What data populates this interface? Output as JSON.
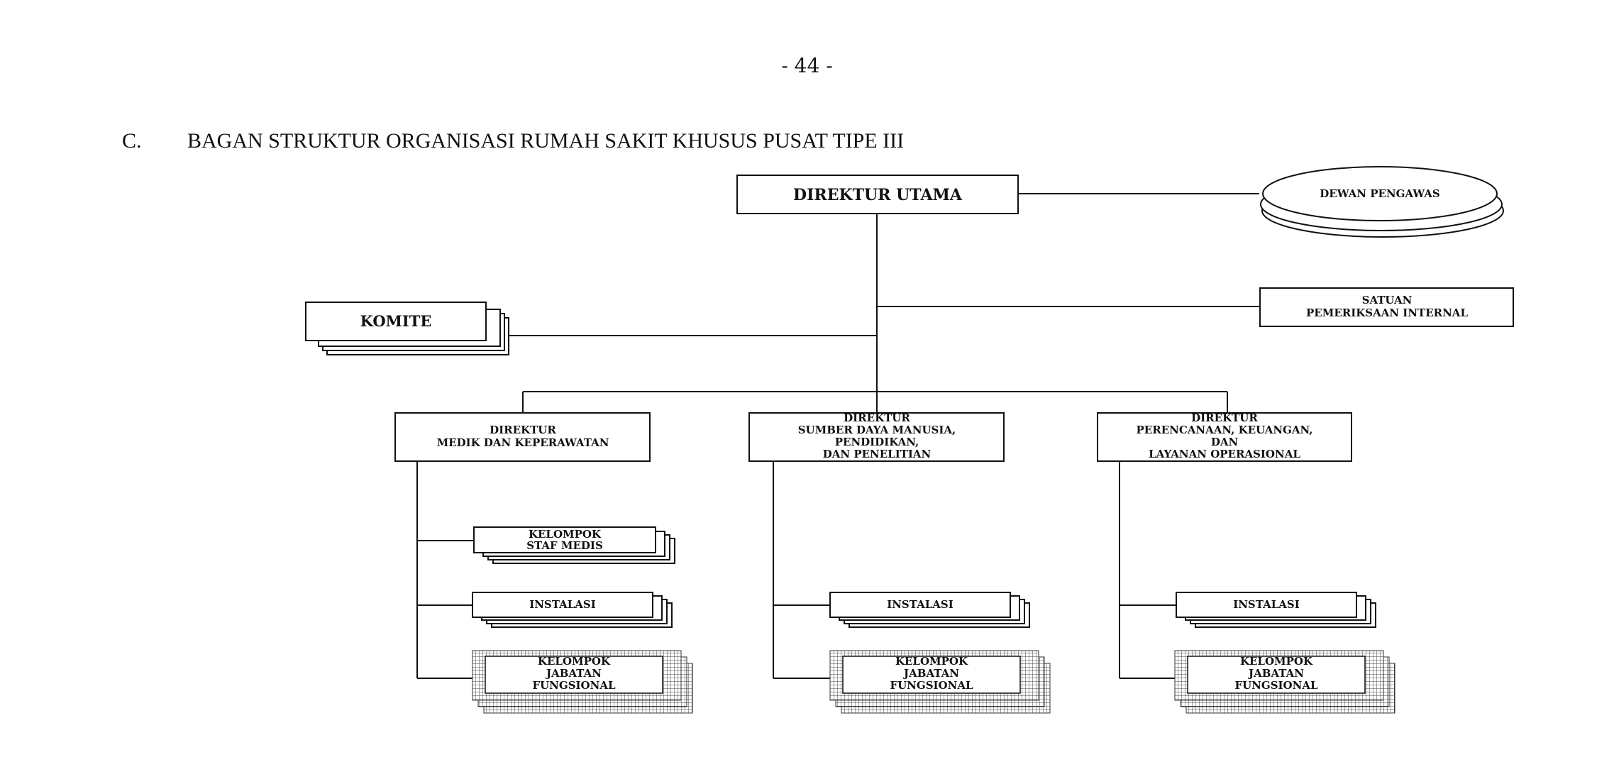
{
  "page_number": "- 44 -",
  "heading": {
    "letter": "C.",
    "title": "BAGAN STRUKTUR ORGANISASI RUMAH SAKIT KHUSUS PUSAT TIPE III"
  },
  "org": {
    "direktur_utama": "DIREKTUR UTAMA",
    "dewan_pengawas": "DEWAN PENGAWAS",
    "satuan_pemeriksaan_internal": [
      "SATUAN",
      "PEMERIKSAAN INTERNAL"
    ],
    "komite": "KOMITE",
    "direktur_medik": [
      "DIREKTUR",
      "MEDIK DAN KEPERAWATAN"
    ],
    "direktur_sdm": [
      "DIREKTUR",
      "SUMBER DAYA MANUSIA,",
      "PENDIDIKAN,",
      "DAN PENELITIAN"
    ],
    "direktur_perencanaan": [
      "DIREKTUR",
      "PERENCANAAN, KEUANGAN,",
      "DAN",
      "LAYANAN OPERASIONAL"
    ],
    "kelompok_staf_medis": [
      "KELOMPOK",
      "STAF MEDIS"
    ],
    "instalasi": "INSTALASI",
    "kelompok_jabatan_fungsional": [
      "KELOMPOK",
      "JABATAN",
      "FUNGSIONAL"
    ]
  }
}
